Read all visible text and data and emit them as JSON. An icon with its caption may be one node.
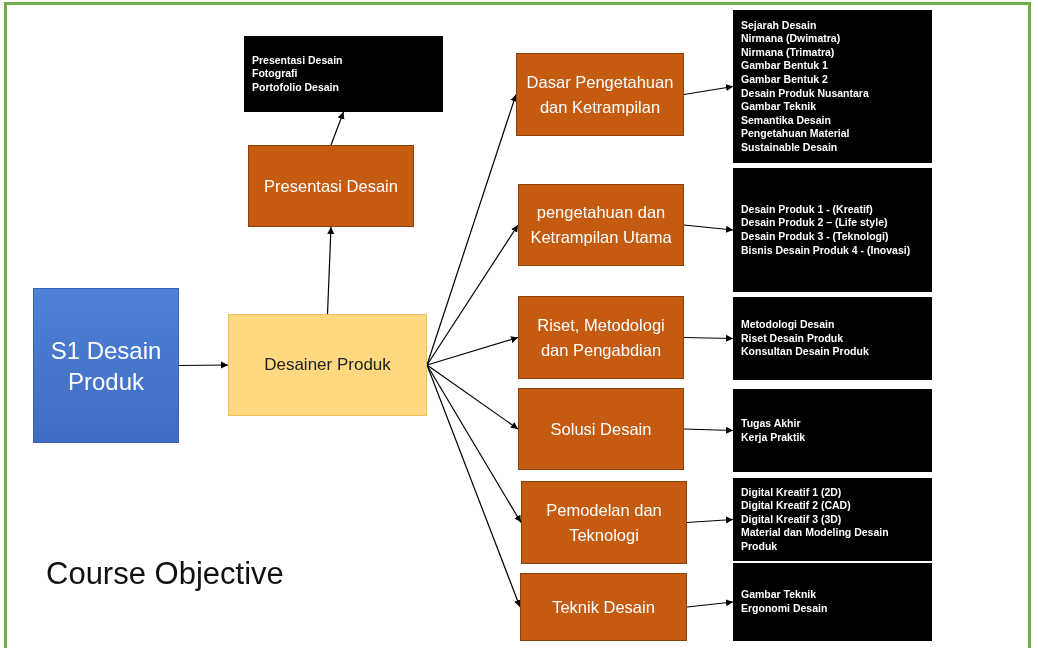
{
  "diagram": {
    "title": "Course Objective",
    "nodes": [
      {
        "text": [
          "S1 Desain Produk"
        ]
      },
      {
        "text": [
          "Desainer Produk"
        ]
      },
      {
        "text": [
          "Presentasi Desain"
        ]
      },
      {
        "text": [
          "Presentasi Desain",
          "Fotografi",
          "Portofolio Desain"
        ]
      },
      {
        "text": [
          "Dasar Pengetahuan dan Ketrampilan"
        ]
      },
      {
        "text": [
          "Sejarah Desain",
          "Nirmana (Dwimatra)",
          "Nirmana (Trimatra)",
          "Gambar Bentuk 1",
          "Gambar Bentuk 2",
          "Desain Produk Nusantara",
          "Gambar Teknik",
          "Semantika Desain",
          "Pengetahuan Material",
          "Sustainable Desain"
        ]
      },
      {
        "text": [
          "pengetahuan dan Ketrampilan Utama"
        ]
      },
      {
        "text": [
          "Desain Produk 1 - (Kreatif)",
          "Desain Produk 2 – (Life style)",
          "Desain Produk 3 - (Teknologi)",
          "Bisnis Desain Produk 4 - (Inovasi)"
        ]
      },
      {
        "text": [
          "Riset, Metodologi dan Pengabdian"
        ]
      },
      {
        "text": [
          "Metodologi Desain",
          "Riset Desain Produk",
          "Konsultan Desain Produk"
        ]
      },
      {
        "text": [
          "Solusi Desain"
        ]
      },
      {
        "text": [
          "Tugas Akhir",
          "Kerja Praktik"
        ]
      },
      {
        "text": [
          "Pemodelan dan Teknologi"
        ]
      },
      {
        "text": [
          "Digital Kreatif 1 (2D)",
          "Digital Kreatif 2 (CAD)",
          "Digital Kreatif 3 (3D)",
          "Material dan Modeling Desain Produk"
        ]
      },
      {
        "text": [
          "Teknik Desain"
        ]
      },
      {
        "text": [
          "Gambar Teknik",
          "Ergonomi Desain"
        ]
      }
    ],
    "edges": [
      {
        "from": 0,
        "to": 1,
        "arrow": "to"
      },
      {
        "from": 1,
        "to": 2,
        "arrow": "to"
      },
      {
        "from": 2,
        "to": 3,
        "arrow": "to"
      },
      {
        "from": 1,
        "to": 4,
        "arrow": "to"
      },
      {
        "from": 1,
        "to": 6,
        "arrow": "to"
      },
      {
        "from": 1,
        "to": 8,
        "arrow": "to"
      },
      {
        "from": 1,
        "to": 10,
        "arrow": "to"
      },
      {
        "from": 1,
        "to": 12,
        "arrow": "to"
      },
      {
        "from": 1,
        "to": 14,
        "arrow": "to"
      },
      {
        "from": 4,
        "to": 5,
        "arrow": "to"
      },
      {
        "from": 6,
        "to": 7,
        "arrow": "to"
      },
      {
        "from": 8,
        "to": 9,
        "arrow": "to"
      },
      {
        "from": 10,
        "to": 11,
        "arrow": "to"
      },
      {
        "from": 12,
        "to": 13,
        "arrow": "to"
      },
      {
        "from": 14,
        "to": 15,
        "arrow": "to"
      }
    ]
  }
}
